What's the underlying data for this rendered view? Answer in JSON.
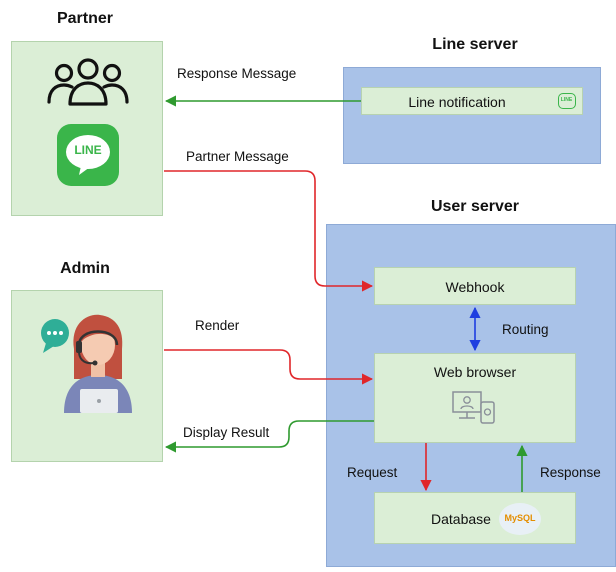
{
  "partner": {
    "title": "Partner",
    "logo_text": "LINE"
  },
  "admin": {
    "title": "Admin"
  },
  "line_server": {
    "title": "Line server",
    "node_label": "Line notification",
    "badge_text": "LINE"
  },
  "user_server": {
    "title": "User server",
    "webhook_label": "Webhook",
    "web_browser_label": "Web browser",
    "database_label": "Database",
    "mysql_text": "MySQL"
  },
  "edges": {
    "response_message": "Response Message",
    "partner_message": "Partner Message",
    "render": "Render",
    "display_result": "Display Result",
    "routing": "Routing",
    "request": "Request",
    "response": "Response"
  },
  "colors": {
    "red": "#e0262a",
    "green": "#2f9a2f",
    "blue": "#1f3ee0",
    "line_green": "#3ab54a"
  }
}
